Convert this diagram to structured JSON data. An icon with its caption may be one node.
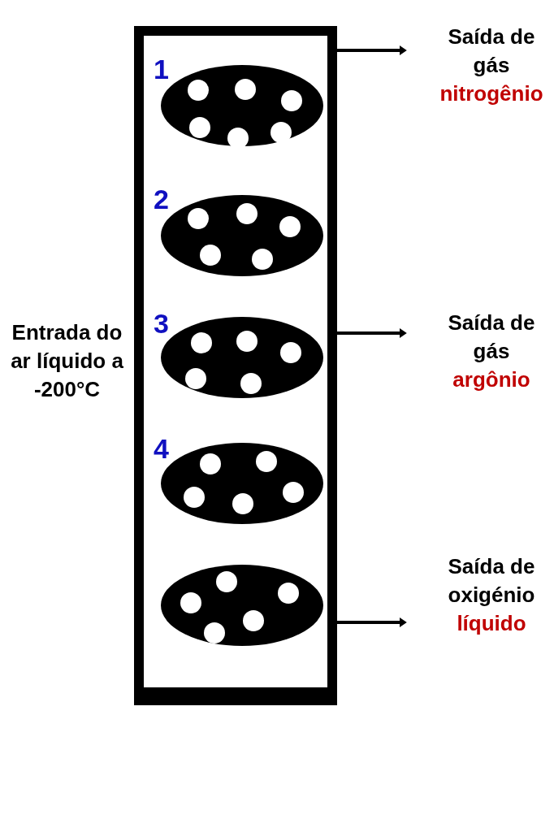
{
  "diagram": {
    "nodes": [
      {
        "text": [],
        "shape": "box"
      },
      {
        "text": [],
        "shape": "ellipse",
        "in": 0,
        "beside": [
          "1"
        ]
      },
      {
        "text": [],
        "shape": "ellipse",
        "in": 0,
        "beside": [
          "2"
        ]
      },
      {
        "text": [],
        "shape": "ellipse",
        "in": 0,
        "beside": [
          "3"
        ]
      },
      {
        "text": [],
        "shape": "ellipse",
        "in": 0,
        "beside": [
          "4"
        ]
      },
      {
        "text": [],
        "shape": "ellipse",
        "in": 0
      },
      {
        "text": [
          "Saída de gás",
          "nitrogênio"
        ]
      },
      {
        "text": [
          "Saída de gás",
          "argônio"
        ]
      },
      {
        "text": [
          "Saída de oxigénio",
          "líquido"
        ]
      }
    ],
    "edges": [
      {
        "from": 0,
        "to": 6,
        "arrow": "to"
      },
      {
        "from": 0,
        "to": 7,
        "arrow": "to"
      },
      {
        "from": 0,
        "to": 8,
        "arrow": "to"
      }
    ],
    "labels": [
      "Entrada do ar líquido a -200°C"
    ]
  }
}
